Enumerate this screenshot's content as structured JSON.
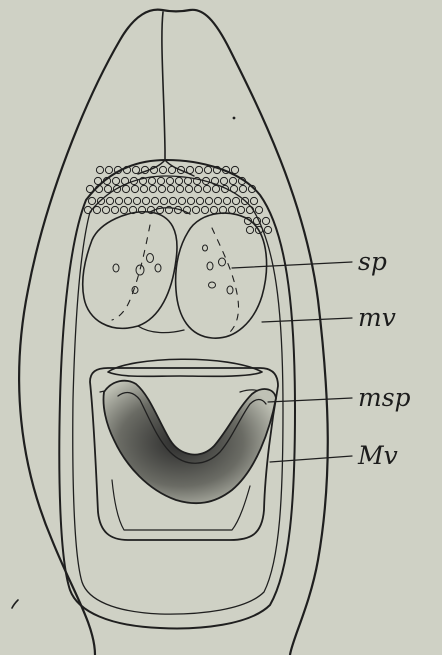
{
  "figure": {
    "labels": {
      "sp": "sp",
      "mv": "mv",
      "msp": "msp",
      "Mv": "Mv"
    },
    "colors": {
      "paper": "#cfd1c5",
      "ink": "#1f1f1f"
    }
  }
}
